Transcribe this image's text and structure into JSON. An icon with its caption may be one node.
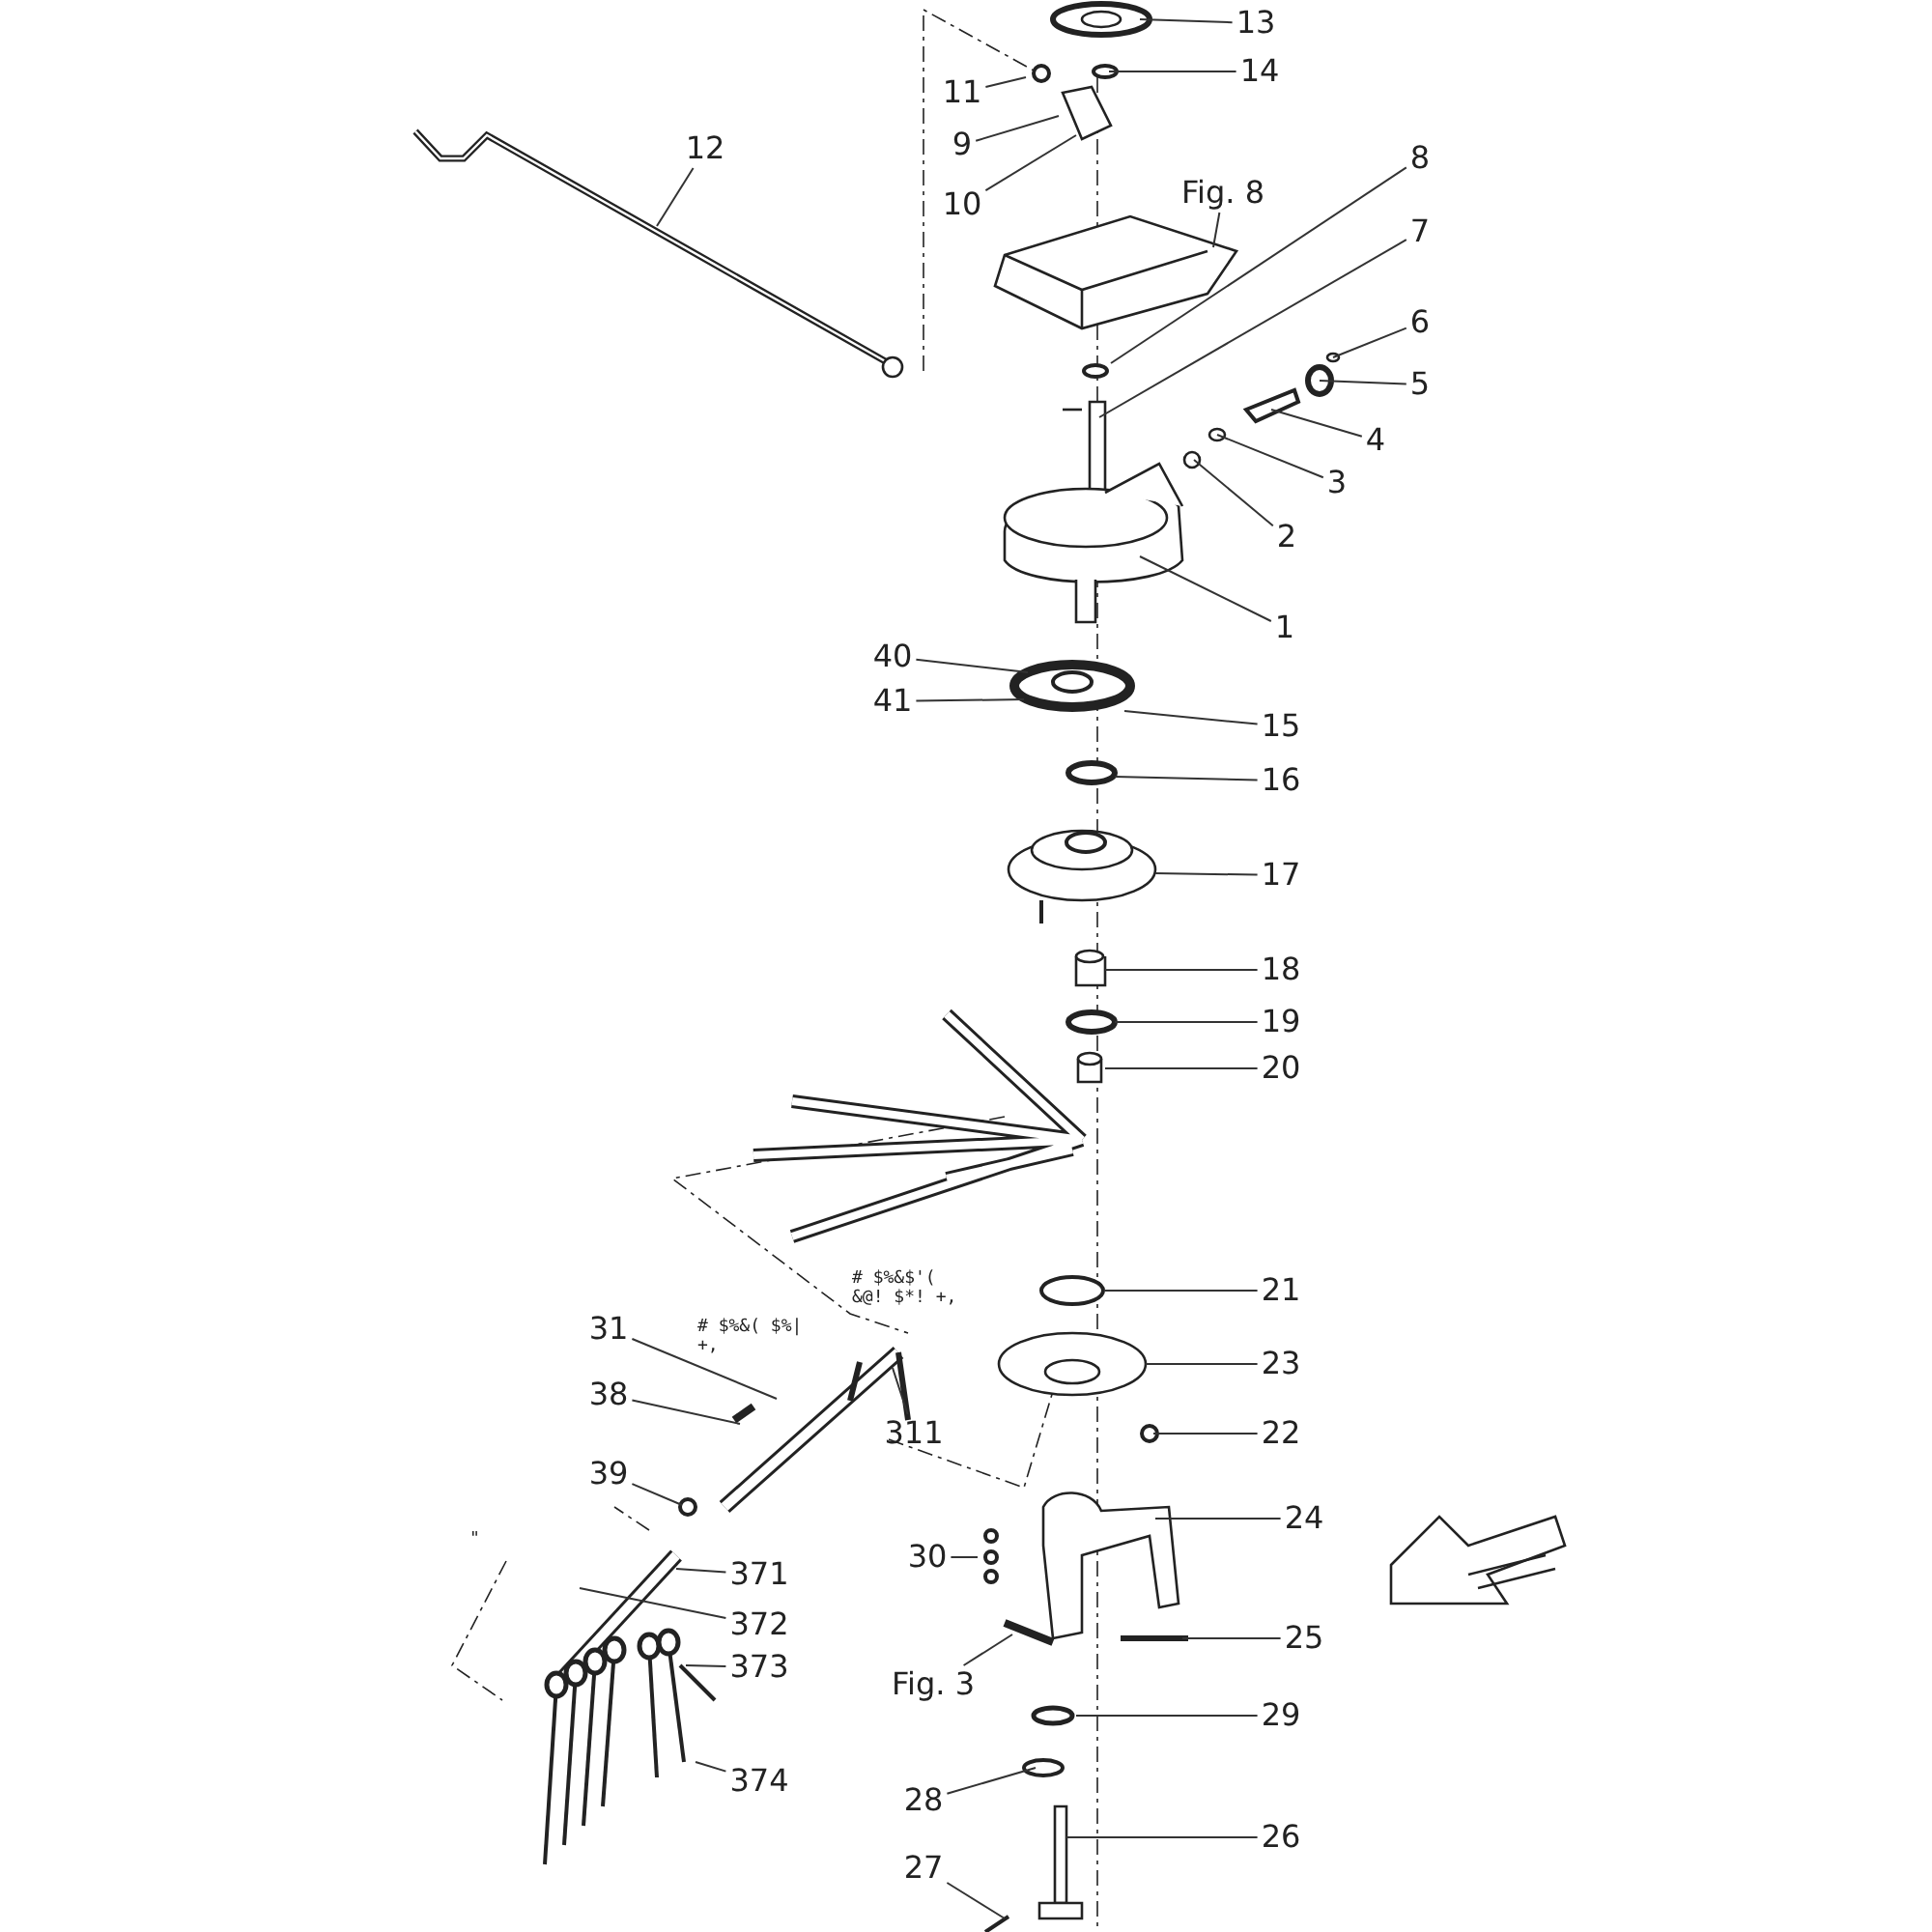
{
  "diagram": {
    "nodes": [
      {
        "text": [
          "13"
        ]
      },
      {
        "text": [
          "14"
        ]
      },
      {
        "text": [
          "11"
        ]
      },
      {
        "text": [
          "12"
        ]
      },
      {
        "text": [
          "9"
        ]
      },
      {
        "text": [
          "8"
        ]
      },
      {
        "text": [
          "Fig. 8"
        ]
      },
      {
        "text": [
          "10"
        ]
      },
      {
        "text": [
          "7"
        ]
      },
      {
        "text": [
          "6"
        ]
      },
      {
        "text": [
          "5"
        ]
      },
      {
        "text": [
          "4"
        ]
      },
      {
        "text": [
          "3"
        ]
      },
      {
        "text": [
          "2"
        ]
      },
      {
        "text": [
          "1"
        ]
      },
      {
        "text": [
          "40"
        ]
      },
      {
        "text": [
          "41"
        ]
      },
      {
        "text": [
          "15"
        ]
      },
      {
        "text": [
          "16"
        ]
      },
      {
        "text": [
          "17"
        ]
      },
      {
        "text": [
          "18"
        ]
      },
      {
        "text": [
          "19"
        ]
      },
      {
        "text": [
          "20"
        ]
      },
      {
        "text": [
          "21"
        ]
      },
      {
        "text": [
          "31"
        ]
      },
      {
        "text": [
          "23"
        ]
      },
      {
        "text": [
          "38"
        ]
      },
      {
        "text": [
          "311"
        ]
      },
      {
        "text": [
          "22"
        ]
      },
      {
        "text": [
          "39"
        ]
      },
      {
        "text": [
          "24"
        ]
      },
      {
        "text": [
          "30"
        ]
      },
      {
        "text": [
          "371"
        ]
      },
      {
        "text": [
          "372"
        ]
      },
      {
        "text": [
          "25"
        ]
      },
      {
        "text": [
          "373"
        ]
      },
      {
        "text": [
          "Fig. 3"
        ]
      },
      {
        "text": [
          "29"
        ]
      },
      {
        "text": [
          "374"
        ]
      },
      {
        "text": [
          "28"
        ]
      },
      {
        "text": [
          "26"
        ]
      },
      {
        "text": [
          "27"
        ]
      }
    ],
    "edges": [
      {
        "from": 0,
        "to": null,
        "arrow": "none"
      },
      {
        "from": 1,
        "to": null,
        "arrow": "none"
      },
      {
        "from": 2,
        "to": null,
        "arrow": "none"
      },
      {
        "from": 3,
        "to": null,
        "arrow": "none"
      },
      {
        "from": 4,
        "to": null,
        "arrow": "none"
      },
      {
        "from": 5,
        "to": null,
        "arrow": "none"
      },
      {
        "from": 6,
        "to": null,
        "arrow": "none"
      },
      {
        "from": 7,
        "to": null,
        "arrow": "none"
      },
      {
        "from": 8,
        "to": null,
        "arrow": "none"
      },
      {
        "from": 9,
        "to": null,
        "arrow": "none"
      },
      {
        "from": 10,
        "to": null,
        "arrow": "none"
      },
      {
        "from": 11,
        "to": null,
        "arrow": "none"
      },
      {
        "from": 12,
        "to": null,
        "arrow": "none"
      },
      {
        "from": 13,
        "to": null,
        "arrow": "none"
      },
      {
        "from": 14,
        "to": null,
        "arrow": "none"
      },
      {
        "from": 15,
        "to": null,
        "arrow": "none"
      },
      {
        "from": 16,
        "to": null,
        "arrow": "none"
      },
      {
        "from": 17,
        "to": null,
        "arrow": "none"
      },
      {
        "from": 18,
        "to": null,
        "arrow": "none"
      },
      {
        "from": 19,
        "to": null,
        "arrow": "none"
      },
      {
        "from": 20,
        "to": null,
        "arrow": "none"
      },
      {
        "from": 21,
        "to": null,
        "arrow": "none"
      },
      {
        "from": 22,
        "to": null,
        "arrow": "none"
      },
      {
        "from": 23,
        "to": null,
        "arrow": "none"
      },
      {
        "from": 24,
        "to": null,
        "arrow": "none"
      },
      {
        "from": 25,
        "to": null,
        "arrow": "none"
      },
      {
        "from": 26,
        "to": null,
        "arrow": "none"
      },
      {
        "from": 27,
        "to": null,
        "arrow": "none"
      },
      {
        "from": 28,
        "to": null,
        "arrow": "none"
      },
      {
        "from": 29,
        "to": null,
        "arrow": "none"
      },
      {
        "from": 30,
        "to": null,
        "arrow": "none"
      },
      {
        "from": 31,
        "to": null,
        "arrow": "none"
      },
      {
        "from": 32,
        "to": null,
        "arrow": "none"
      },
      {
        "from": 33,
        "to": null,
        "arrow": "none"
      },
      {
        "from": 34,
        "to": null,
        "arrow": "none"
      },
      {
        "from": 35,
        "to": null,
        "arrow": "none"
      },
      {
        "from": 36,
        "to": null,
        "arrow": "none"
      },
      {
        "from": 37,
        "to": null,
        "arrow": "none"
      },
      {
        "from": 38,
        "to": null,
        "arrow": "none"
      },
      {
        "from": 39,
        "to": null,
        "arrow": "none"
      },
      {
        "from": 40,
        "to": null,
        "arrow": "none"
      },
      {
        "from": 41,
        "to": null,
        "arrow": "none"
      }
    ],
    "labels": [
      "# $%&$'( &@! $*! +,",
      "# $%&( $%| +,",
      "\""
    ]
  }
}
